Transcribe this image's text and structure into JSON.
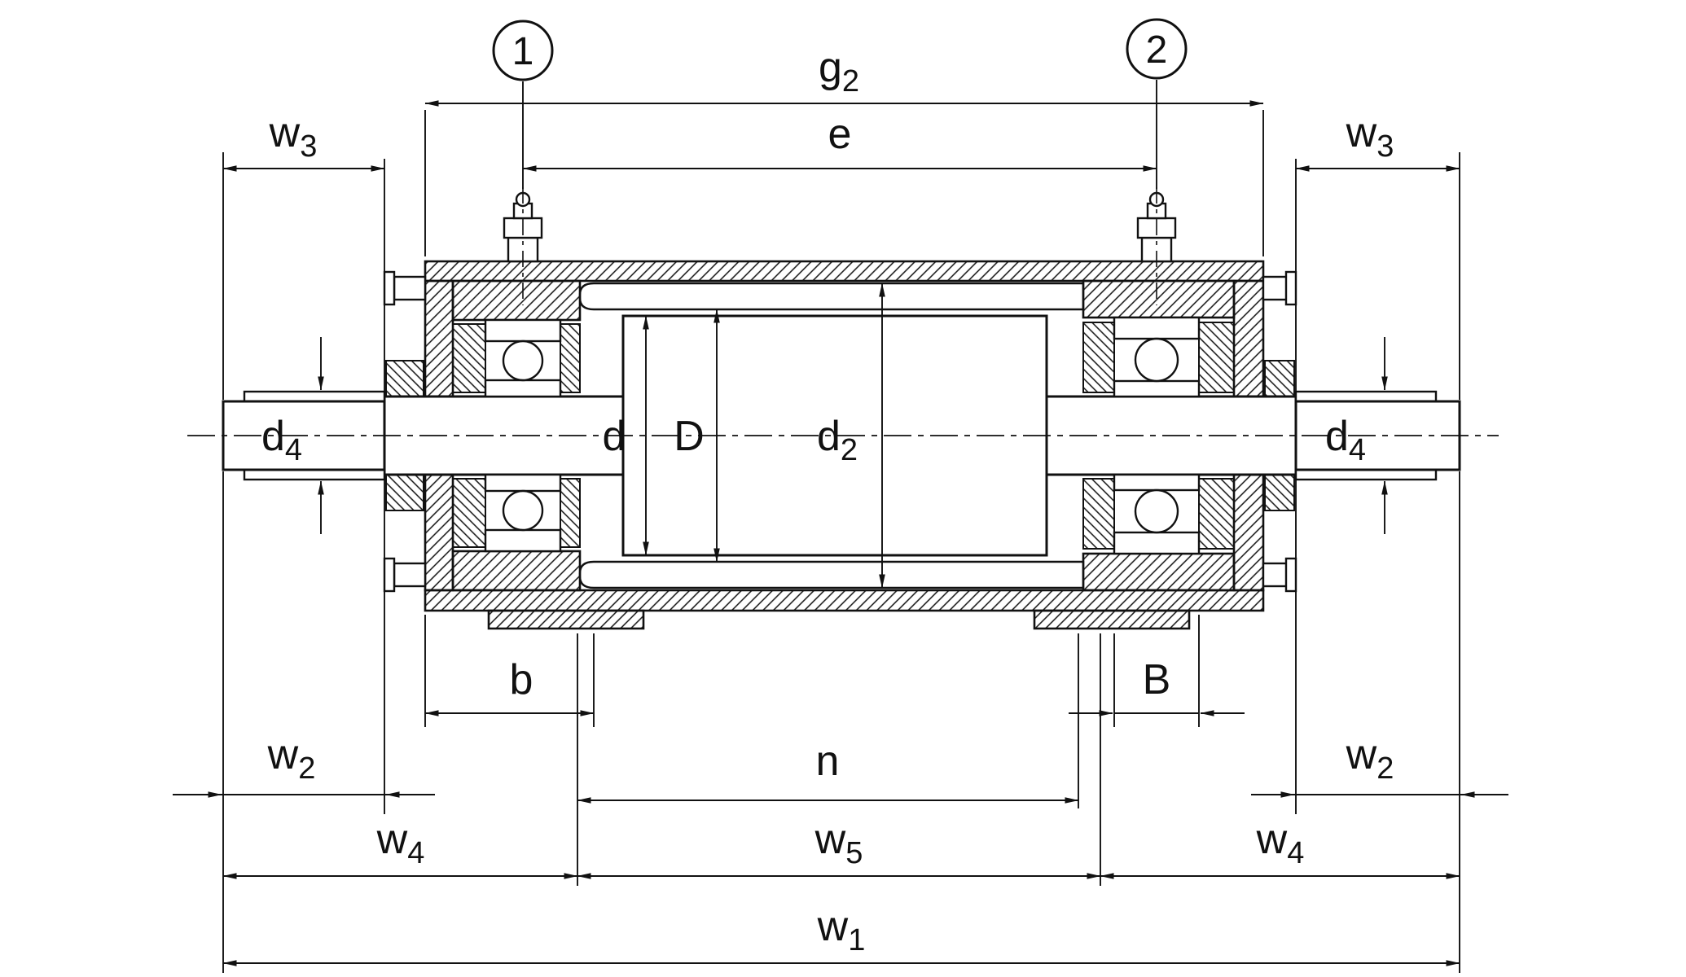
{
  "style": {
    "ink": "#111111",
    "paper": "#ffffff"
  },
  "callouts": {
    "c1": "1",
    "c2": "2"
  },
  "labels": {
    "g2": {
      "base": "g",
      "sub": "2"
    },
    "e": {
      "base": "e",
      "sub": ""
    },
    "w3l": {
      "base": "w",
      "sub": "3"
    },
    "w3r": {
      "base": "w",
      "sub": "3"
    },
    "d4l": {
      "base": "d",
      "sub": "4"
    },
    "d4r": {
      "base": "d",
      "sub": "4"
    },
    "d": {
      "base": "d",
      "sub": ""
    },
    "D": {
      "base": "D",
      "sub": ""
    },
    "d2": {
      "base": "d",
      "sub": "2"
    },
    "b": {
      "base": "b",
      "sub": ""
    },
    "B": {
      "base": "B",
      "sub": ""
    },
    "n": {
      "base": "n",
      "sub": ""
    },
    "w2l": {
      "base": "w",
      "sub": "2"
    },
    "w2r": {
      "base": "w",
      "sub": "2"
    },
    "w4l": {
      "base": "w",
      "sub": "4"
    },
    "w4r": {
      "base": "w",
      "sub": "4"
    },
    "w5": {
      "base": "w",
      "sub": "5"
    },
    "w1": {
      "base": "w",
      "sub": "1"
    }
  }
}
